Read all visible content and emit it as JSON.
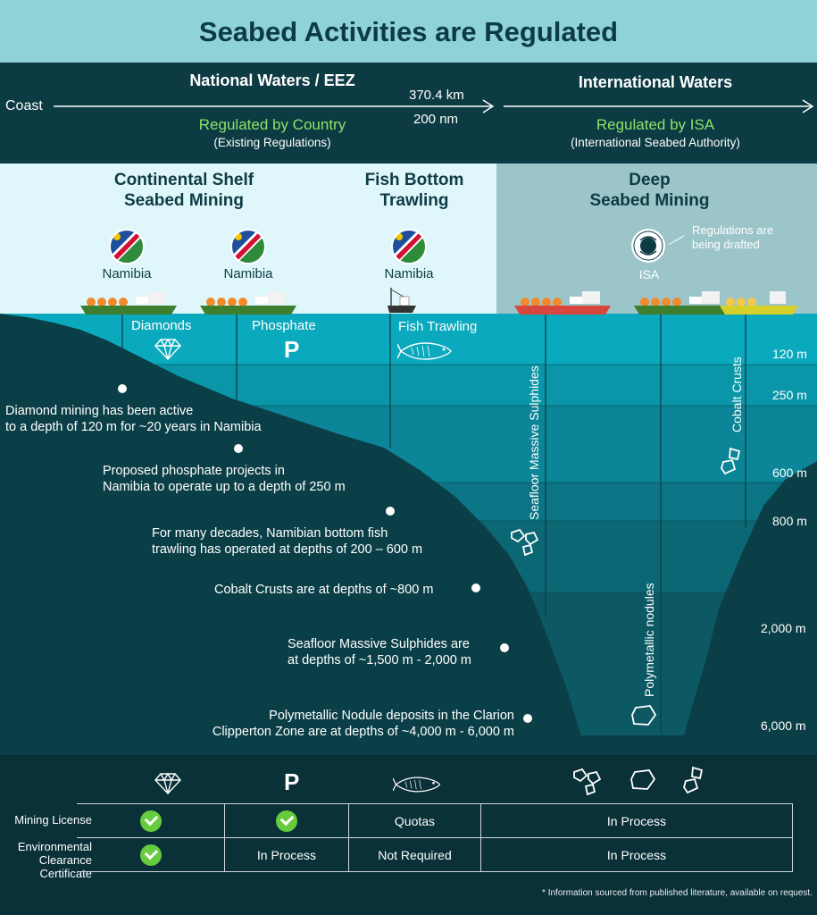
{
  "title": "Seabed Activities are Regulated",
  "header": {
    "coast": "Coast",
    "national_title": "National Waters / EEZ",
    "distance_km": "370.4 km",
    "distance_nm": "200 nm",
    "national_reg": "Regulated by Country",
    "national_reg_sub": "(Existing Regulations)",
    "intl_title": "International Waters",
    "intl_reg": "Regulated by ISA",
    "intl_reg_sub": "(International Seabed Authority)"
  },
  "categories": {
    "continental_line1": "Continental Shelf",
    "continental_line2": "Seabed Mining",
    "fish_line1": "Fish Bottom",
    "fish_line2": "Trawling",
    "deep_line1": "Deep",
    "deep_line2": "Seabed Mining"
  },
  "countries": {
    "namibia1": "Namibia",
    "namibia2": "Namibia",
    "namibia3": "Namibia",
    "isa": "ISA",
    "isa_note_line1": "Regulations are",
    "isa_note_line2": "being drafted"
  },
  "activities": {
    "diamonds": "Diamonds",
    "phosphate": "Phosphate",
    "phosphate_symbol": "P",
    "fish_trawling": "Fish Trawling",
    "sulphides": "Seafloor Massive Sulphides",
    "cobalt": "Cobalt Crusts",
    "nodules": "Polymetallic nodules"
  },
  "depths": [
    "120 m",
    "250 m",
    "600 m",
    "800 m",
    "2,000 m",
    "6,000 m"
  ],
  "notes": {
    "n1_l1": "Diamond mining has been active",
    "n1_l2": "to a depth of 120 m for ~20 years in Namibia",
    "n2_l1": "Proposed phosphate projects in",
    "n2_l2": "Namibia to operate up to a depth of 250 m",
    "n3_l1": "For many decades, Namibian bottom fish",
    "n3_l2": "trawling has operated at depths of 200 – 600 m",
    "n4_l1": "Cobalt Crusts are at depths of ~800 m",
    "n5_l1": "Seafloor Massive Sulphides are",
    "n5_l2": "at depths of ~1,500 m - 2,000 m",
    "n6_l1": "Polymetallic Nodule deposits in the Clarion",
    "n6_l2": "Clipperton Zone are at depths of ~4,000 m - 6,000 m"
  },
  "table": {
    "row1_label": "Mining License",
    "row2_label_l1": "Environmental",
    "row2_label_l2": "Clearance",
    "row2_label_l3": "Certificate",
    "quotas": "Quotas",
    "in_process": "In Process",
    "not_required": "Not Required",
    "p_symbol": "P"
  },
  "footnote": "* Information sourced from published literature, available on request."
}
